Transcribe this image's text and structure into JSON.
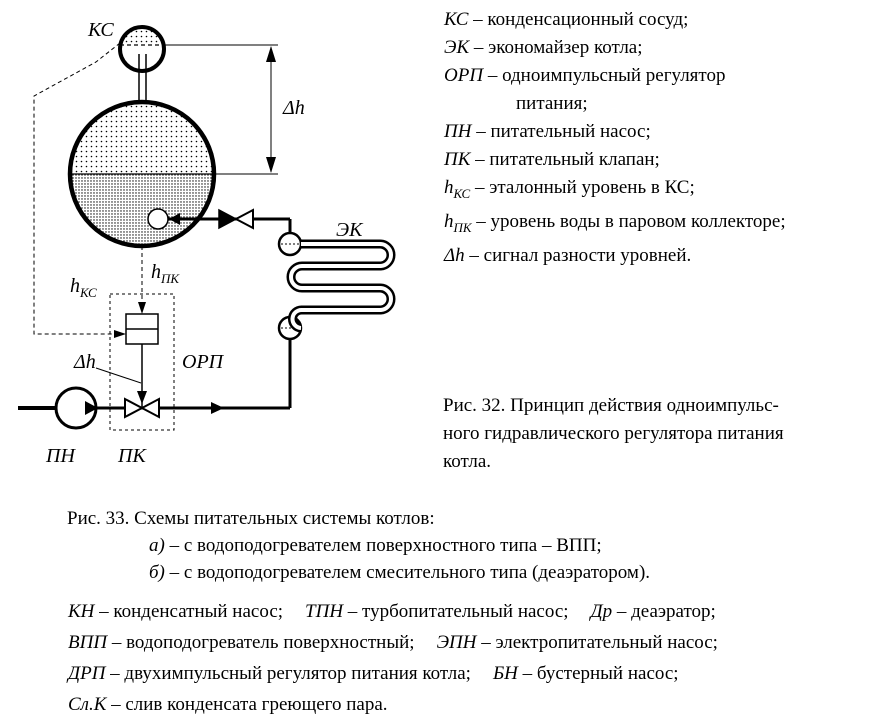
{
  "diagram": {
    "labels": {
      "ks": "КС",
      "ek": "ЭК",
      "delta_h_top": "Δh",
      "h": "h",
      "h_kc_sub": "КС",
      "h_pk_sub": "ПК",
      "orp": "ОРП",
      "delta_h_bottom": "Δh",
      "pn": "ПН",
      "pk": "ПК"
    }
  },
  "legend": [
    {
      "abbr": "КС",
      "text": " – конденсационный сосуд;"
    },
    {
      "abbr": "ЭК",
      "text": " – экономайзер котла;"
    },
    {
      "abbr": "ОРП",
      "text": " – одноимпульсный регулятор",
      "cont": "питания;"
    },
    {
      "abbr": "ПН",
      "text": " – питательный насос;"
    },
    {
      "abbr": "ПК",
      "text": " – питательный клапан;"
    },
    {
      "abbr": "h",
      "sub": "КС",
      "text": " – эталонный уровень в КС;"
    },
    {
      "abbr": "h",
      "sub": "ПК",
      "text": " – уровень воды в паровом коллекторе;"
    },
    {
      "abbr": "Δh",
      "text": " – сигнал разности уровней."
    }
  ],
  "caption_fig32": "Рис. 32. Принцип действия одноимпуль-сного гидравлического регулятора питания котла.",
  "caption_fig32_lines": [
    "Рис. 32. Принцип действия одноимпульс-",
    "ного гидравлического регулятора питания",
    "котла."
  ],
  "caption_fig33": {
    "title": "Рис. 33. Схемы питательных системы котлов:",
    "items": [
      {
        "marker": "а)",
        "text": " – с водоподогревателем поверхностного типа – ВПП;"
      },
      {
        "marker": "б)",
        "text": " – с водоподогревателем смесительного типа (деаэратором)."
      }
    ]
  },
  "abbreviations": [
    [
      {
        "abbr": "КН",
        "text": " – конденсатный насос;"
      },
      {
        "abbr": "ТПН",
        "text": " – турбопитательный насос;"
      },
      {
        "abbr": "Др",
        "text": " – деаэратор;"
      }
    ],
    [
      {
        "abbr": "ВПП",
        "text": " – водоподогреватель поверхностный;"
      },
      {
        "abbr": "ЭПН",
        "text": " – электропитательный насос;"
      }
    ],
    [
      {
        "abbr": "ДРП",
        "text": " – двухимпульсный регулятор питания котла;"
      },
      {
        "abbr": "БН",
        "text": " – бустерный насос;"
      }
    ],
    [
      {
        "abbr": "Сл.К",
        "text": " – слив конденсата греющего пара."
      }
    ]
  ]
}
